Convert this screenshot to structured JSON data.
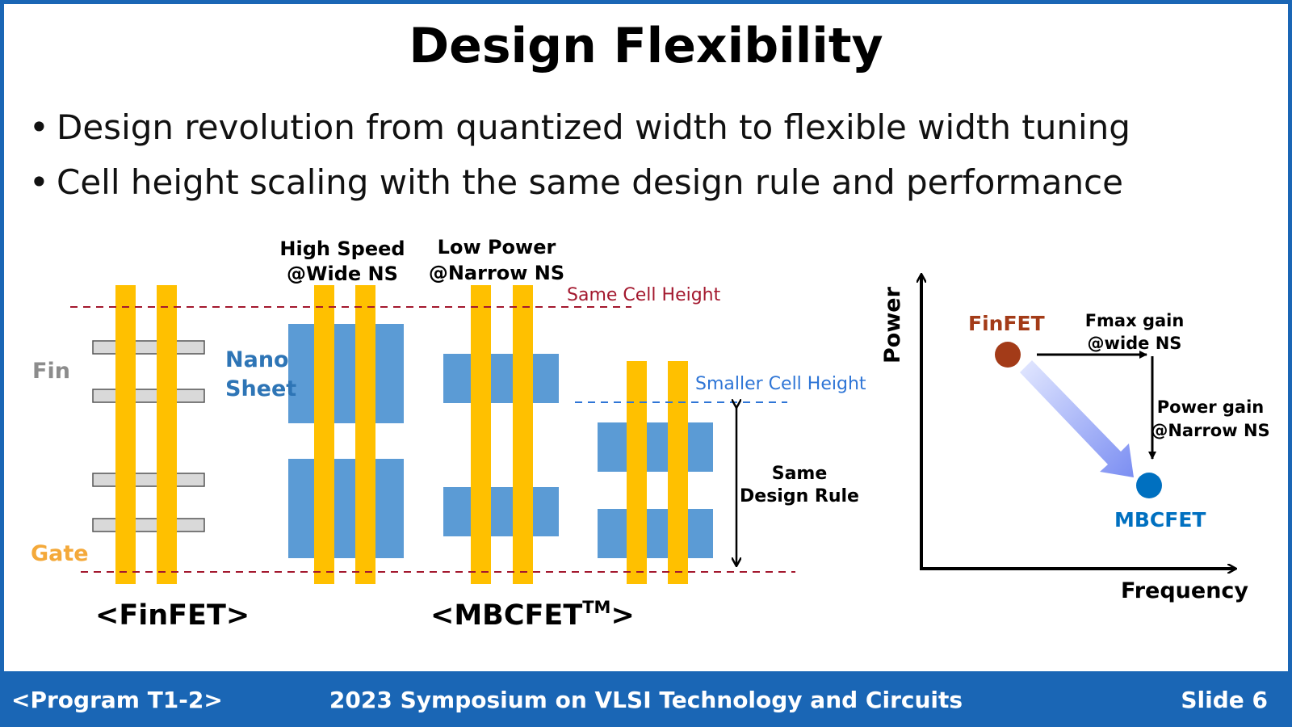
{
  "title": "Design Flexibility",
  "bullets": [
    "Design revolution from quantized width to flexible width tuning",
    "Cell height scaling with the same design rule and performance"
  ],
  "diagram": {
    "fin_label": "Fin",
    "gate_label": "Gate",
    "nano_label_1": "Nano",
    "nano_label_2": "Sheet",
    "hs_label_1": "High Speed",
    "hs_label_2": "@Wide NS",
    "lp_label_1": "Low Power",
    "lp_label_2": "@Narrow NS",
    "same_cell_height": "Same Cell Height",
    "smaller_cell_height": "Smaller Cell Height",
    "same_rule_1": "Same",
    "same_rule_2": "Design Rule",
    "finfet_caption": "<FinFET>",
    "mbcfet_caption_main": "<MBCFET",
    "mbcfet_caption_sup": "TM",
    "mbcfet_caption_end": ">"
  },
  "graph": {
    "y_axis": "Power",
    "x_axis": "Frequency",
    "finfet": "FinFET",
    "mbcfet": "MBCFET",
    "fmax_1": "Fmax gain",
    "fmax_2": "@wide NS",
    "pgain_1": "Power gain",
    "pgain_2": "@Narrow NS"
  },
  "footer": {
    "left": "<Program T1-2>",
    "center": "2023 Symposium on VLSI Technology and Circuits",
    "right": "Slide 6"
  },
  "colors": {
    "gate": "#ffc000",
    "nanosheet": "#5b9bd5",
    "fin": "#d9d9d9",
    "finfet_dot": "#a33b18",
    "mbcfet_dot": "#0070c0",
    "footer_bg": "#1a66b5"
  }
}
